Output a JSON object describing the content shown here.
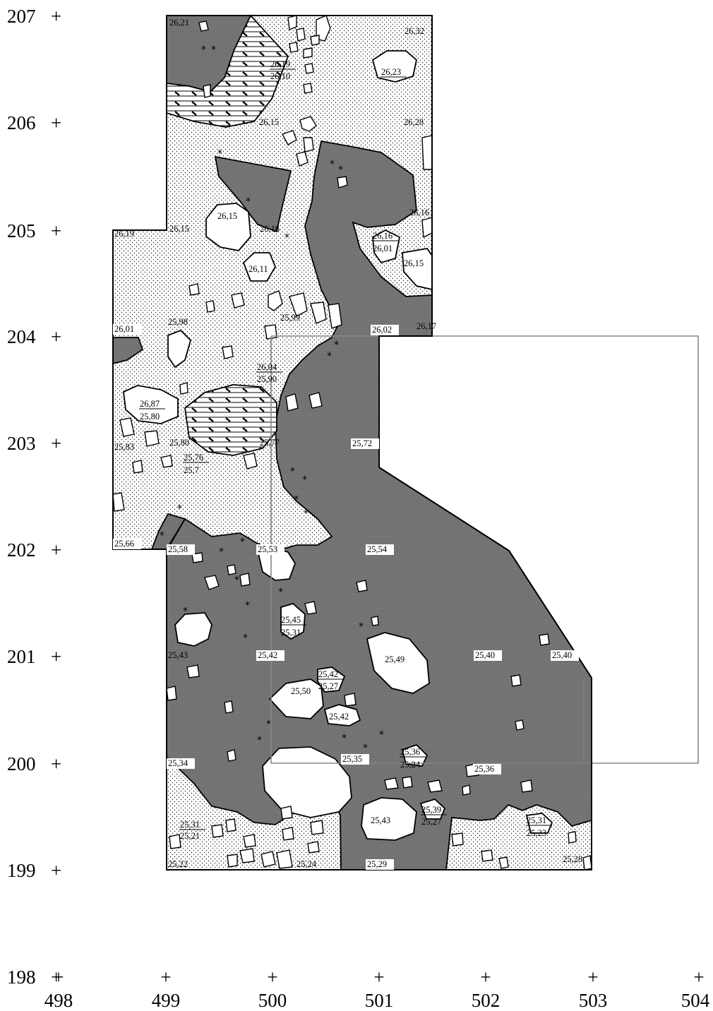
{
  "y_axis": {
    "labels": [
      "207",
      "206",
      "205",
      "204",
      "203",
      "202",
      "201",
      "200",
      "199",
      "198"
    ]
  },
  "x_axis": {
    "labels": [
      "498",
      "499",
      "500",
      "501",
      "502",
      "503",
      "504"
    ]
  },
  "elevations": [
    {
      "id": "e1",
      "text": "26,21"
    },
    {
      "id": "e2",
      "text": "26,32"
    },
    {
      "id": "e3",
      "text": "26,19"
    },
    {
      "id": "e4",
      "text": "26,10"
    },
    {
      "id": "e5",
      "text": "26,23"
    },
    {
      "id": "e6",
      "text": "26,15"
    },
    {
      "id": "e7",
      "text": "26,28"
    },
    {
      "id": "e8",
      "text": "26,16"
    },
    {
      "id": "e9",
      "text": "26,19"
    },
    {
      "id": "e10",
      "text": "26,15"
    },
    {
      "id": "e11",
      "text": "26,15"
    },
    {
      "id": "e12",
      "text": "26,16"
    },
    {
      "id": "e13",
      "text": "26,16"
    },
    {
      "id": "e14",
      "text": "26,01"
    },
    {
      "id": "e15",
      "text": "26,15"
    },
    {
      "id": "e16",
      "text": "26,11"
    },
    {
      "id": "e17",
      "text": "26,01"
    },
    {
      "id": "e18",
      "text": "25,98"
    },
    {
      "id": "e19",
      "text": "25,99"
    },
    {
      "id": "e20",
      "text": "26,02"
    },
    {
      "id": "e21",
      "text": "26,17"
    },
    {
      "id": "e22",
      "text": "26,04"
    },
    {
      "id": "e23",
      "text": "25,90"
    },
    {
      "id": "e24",
      "text": "26,87"
    },
    {
      "id": "e25",
      "text": "25,80"
    },
    {
      "id": "e26",
      "text": "25,83"
    },
    {
      "id": "e27",
      "text": "25,80"
    },
    {
      "id": "e28",
      "text": "25,77"
    },
    {
      "id": "e29",
      "text": "25,72"
    },
    {
      "id": "e30",
      "text": "25,76"
    },
    {
      "id": "e31",
      "text": "25,7"
    },
    {
      "id": "e32",
      "text": "25,66"
    },
    {
      "id": "e33",
      "text": "25,58"
    },
    {
      "id": "e34",
      "text": "25,53"
    },
    {
      "id": "e35",
      "text": "25,54"
    },
    {
      "id": "e36",
      "text": "25,45"
    },
    {
      "id": "e37",
      "text": "25,31"
    },
    {
      "id": "e38",
      "text": "25,43"
    },
    {
      "id": "e39",
      "text": "25,42"
    },
    {
      "id": "e40",
      "text": "25,49"
    },
    {
      "id": "e41",
      "text": "25,40"
    },
    {
      "id": "e42",
      "text": "25,40"
    },
    {
      "id": "e43",
      "text": "25,42"
    },
    {
      "id": "e44",
      "text": "25,27"
    },
    {
      "id": "e45",
      "text": "25,50"
    },
    {
      "id": "e46",
      "text": "25,42"
    },
    {
      "id": "e47",
      "text": "25,35"
    },
    {
      "id": "e48",
      "text": "25,36"
    },
    {
      "id": "e49",
      "text": "25,24"
    },
    {
      "id": "e50",
      "text": "25,36"
    },
    {
      "id": "e51",
      "text": "25,34"
    },
    {
      "id": "e52",
      "text": "25,43"
    },
    {
      "id": "e53",
      "text": "25,39"
    },
    {
      "id": "e54",
      "text": "25,27"
    },
    {
      "id": "e55",
      "text": "25,31"
    },
    {
      "id": "e56",
      "text": "25,23"
    },
    {
      "id": "e57",
      "text": "25,31"
    },
    {
      "id": "e58",
      "text": "25,21"
    },
    {
      "id": "e59",
      "text": "25,22"
    },
    {
      "id": "e60",
      "text": "25,24"
    },
    {
      "id": "e61",
      "text": "25,29"
    },
    {
      "id": "e62",
      "text": "25,28"
    }
  ],
  "colors": {
    "dark_fill": "#6e6e6e",
    "stone_fill": "#ffffff",
    "stroke": "#000000",
    "dots": "#222222"
  }
}
